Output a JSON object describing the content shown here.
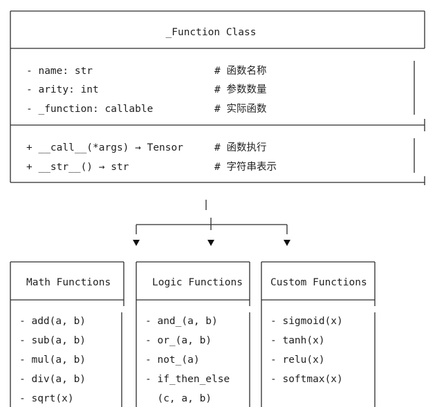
{
  "class_box": {
    "title": "_Function Class",
    "attributes": [
      {
        "code": "- name: str",
        "comment": "# 函数名称"
      },
      {
        "code": "- arity: int",
        "comment": "# 参数数量"
      },
      {
        "code": "- _function: callable",
        "comment": "# 实际函数"
      }
    ],
    "methods": [
      {
        "code": "+ __call__(*args) → Tensor",
        "comment": "# 函数执行"
      },
      {
        "code": "+ __str__() → str",
        "comment": "# 字符串表示"
      }
    ]
  },
  "categories": [
    {
      "title": "Math Functions",
      "items": [
        "- add(a, b)",
        "- sub(a, b)",
        "- mul(a, b)",
        "- div(a, b)",
        "- sqrt(x)"
      ]
    },
    {
      "title": "Logic Functions",
      "items": [
        "- and_(a, b)",
        "- or_(a, b)",
        "- not_(a)",
        "- if_then_else",
        "  (c, a, b)"
      ]
    },
    {
      "title": "Custom Functions",
      "items": [
        "- sigmoid(x)",
        "- tanh(x)",
        "- relu(x)",
        "- softmax(x)"
      ]
    }
  ]
}
